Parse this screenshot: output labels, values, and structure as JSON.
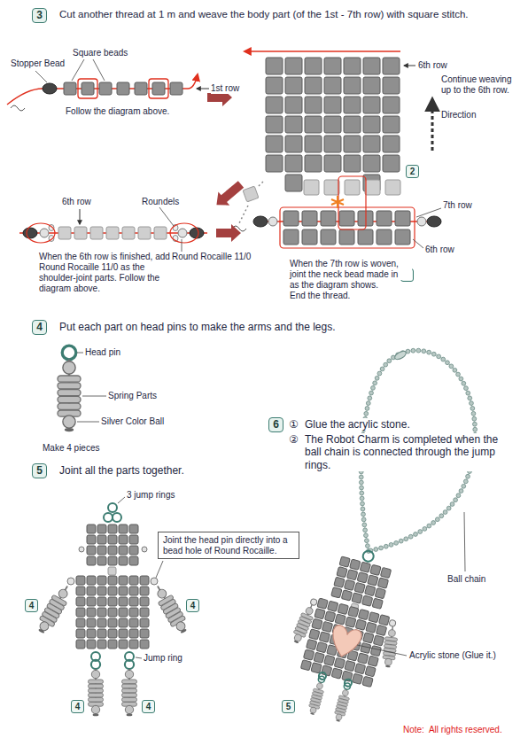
{
  "diagram": {
    "nodes": [
      {
        "text": [
          "3"
        ]
      },
      {
        "text": [
          "2"
        ]
      },
      {
        "text": [
          "2"
        ]
      },
      {
        "text": [
          "4"
        ]
      },
      {
        "text": [
          "6"
        ]
      },
      {
        "text": [
          "5"
        ]
      },
      {
        "text": [
          "Joint the head pin directly into a bead hole of Round Rocaille."
        ]
      },
      {
        "text": [
          "4"
        ]
      },
      {
        "text": [
          "4"
        ]
      },
      {
        "text": [
          "4"
        ]
      },
      {
        "text": [
          "4"
        ]
      },
      {
        "text": [
          "5"
        ]
      }
    ],
    "labels": [
      "Cut another thread at 1 m and weave the body part (of the 1st - 7th row) with square stitch.",
      "Stopper Bead",
      "Square beads",
      "1st row",
      "Follow the diagram above.",
      "6th row",
      "Continue weaving up to the 6th row.",
      "Direction",
      "6th row",
      "Roundels",
      "When the 6th row is finished, add Round Rocaille 11/0 as the shoulder-joint parts. Follow the diagram above.",
      "Round Rocaille 11/0",
      "7th row",
      "6th row",
      "When the 7th row is woven, joint the neck bead made in",
      "as the diagram shows. End the thread.",
      "Put each part on head pins to make the arms and the legs.",
      "Head pin",
      "Spring Parts",
      "Silver Color Ball",
      "Make 4 pieces",
      "①",
      "Glue the acrylic stone.",
      "②",
      "The Robot Charm is completed when the ball chain is connected through the jump rings.",
      "Joint all the parts together.",
      "3 jump rings",
      "Jump ring",
      "Ball chain",
      "Acrylic stone (Glue it.)",
      "Note:  All rights reserved."
    ]
  }
}
